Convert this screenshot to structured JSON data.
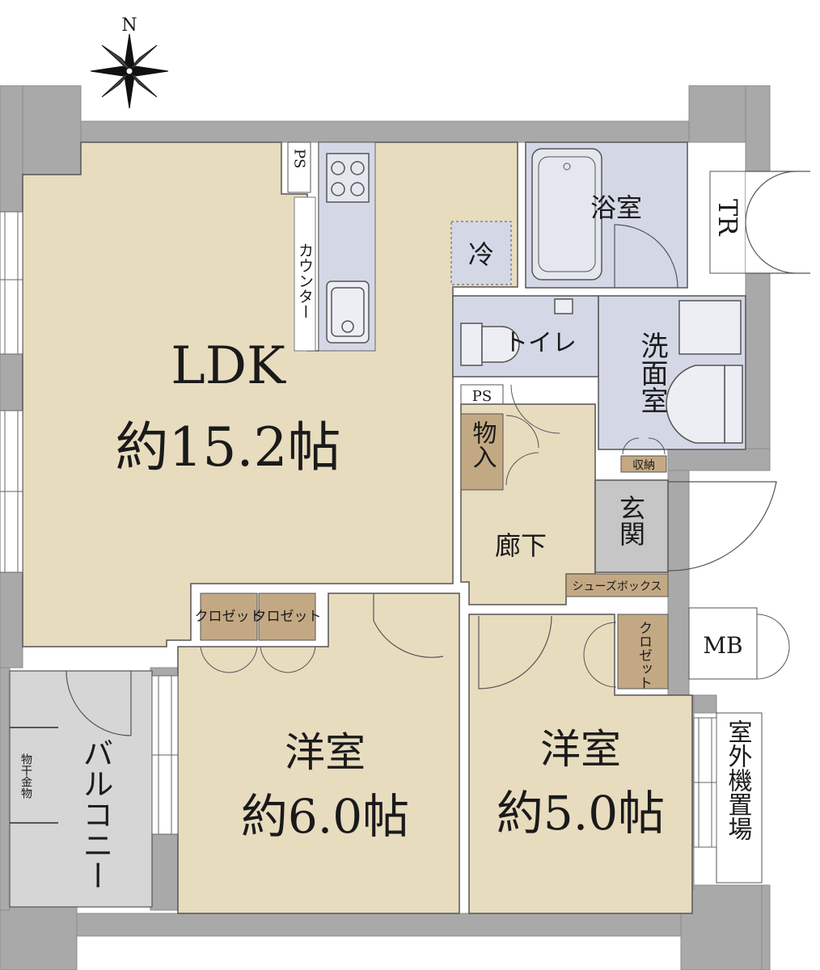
{
  "compass": {
    "north_label": "N"
  },
  "rooms": {
    "ldk": {
      "name": "LDK",
      "size": "約15.2帖"
    },
    "western_room_1": {
      "name": "洋室",
      "size": "約6.0帖"
    },
    "western_room_2": {
      "name": "洋室",
      "size": "約5.0帖"
    },
    "bathroom": {
      "name": "浴室"
    },
    "toilet": {
      "name": "トイレ"
    },
    "washroom": {
      "name": "洗面室"
    },
    "hallway": {
      "name": "廊下"
    },
    "entrance": {
      "name": "玄関"
    },
    "balcony": {
      "name": "バルコニー"
    },
    "outdoor_unit_space": {
      "name": "室外機置場"
    }
  },
  "fixtures": {
    "ps_top": "PS",
    "ps_mid": "PS",
    "counter": "カウンター",
    "refrigerator": "冷",
    "storeroom": "物入",
    "storage": "収納",
    "shoe_box": "シューズボックス",
    "closet_1": "クロゼット",
    "closet_2": "クロゼット",
    "closet_3": "クロゼット",
    "trunk_room": "TR",
    "meter_box": "MB",
    "laundry_hanger": "物干金物"
  },
  "colors": {
    "wall": "#a9a9a9",
    "wall_edge": "#8c8c8c",
    "floor_room": "#e8dcbf",
    "floor_wet": "#d4d8e6",
    "storage": "#c3a983",
    "balcony": "#d6d6d6",
    "line": "#333333"
  }
}
